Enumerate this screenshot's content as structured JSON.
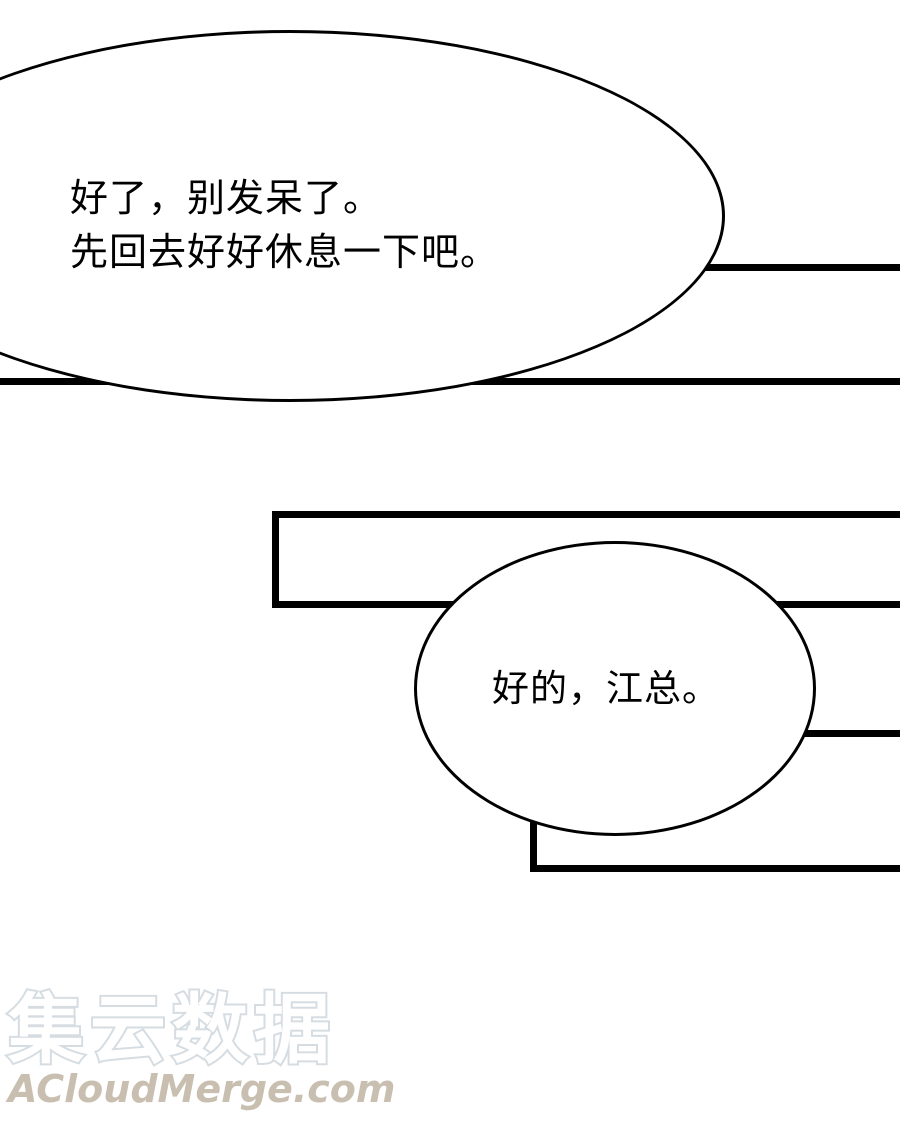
{
  "panels": [
    {
      "id": "panel-1",
      "border_color": "#000000"
    },
    {
      "id": "panel-2",
      "border_color": "#000000"
    },
    {
      "id": "panel-3",
      "border_color": "#000000"
    }
  ],
  "bubbles": [
    {
      "lines": [
        "好了，别发呆了。",
        "先回去好好休息一下吧。"
      ]
    },
    {
      "lines": [
        "好的，江总。"
      ]
    }
  ],
  "watermark": {
    "chinese": "集云数据",
    "english": "ACloudMerge.com",
    "chinese_color": "#d6dde2",
    "english_color": "#c9bfb1"
  }
}
